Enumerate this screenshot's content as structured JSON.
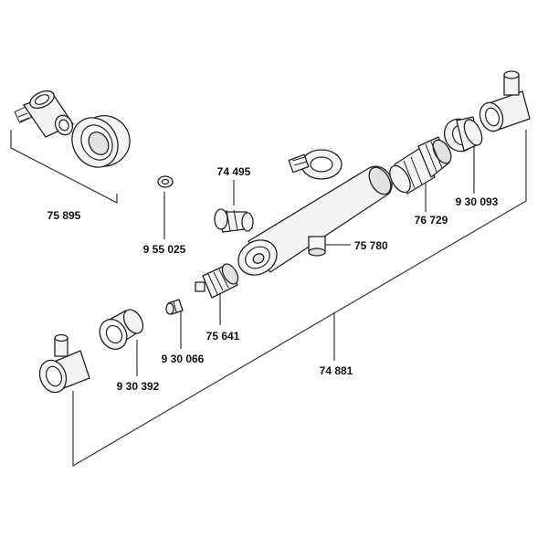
{
  "labels": {
    "p75895": "75 895",
    "p955025": "9 55 025",
    "p74495": "74 495",
    "p76729": "76 729",
    "p930093": "9 30 093",
    "p75780": "75 780",
    "p75641": "75 641",
    "p930066": "9 30 066",
    "p930392": "9 30 392",
    "p74881": "74 881"
  },
  "colors": {
    "line": "#222222",
    "fill": "#f4f4f4",
    "shade": "#e2e2e2"
  }
}
